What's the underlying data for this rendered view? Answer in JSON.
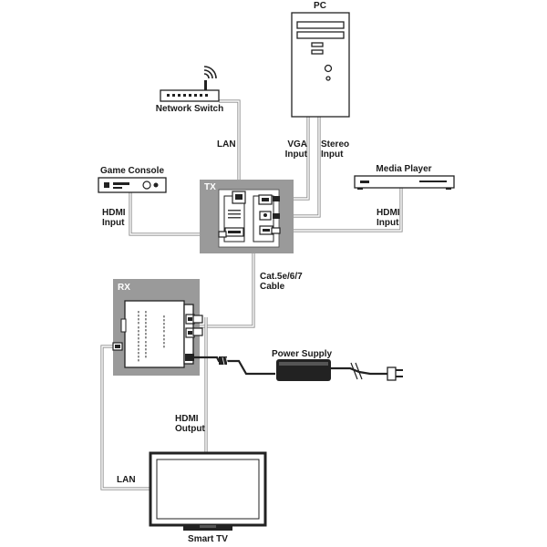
{
  "labels": {
    "pc": "PC",
    "network_switch": "Network Switch",
    "lan_top": "LAN",
    "vga_input": "VGA\nInput",
    "stereo_input": "Stereo\nInput",
    "game_console": "Game Console",
    "media_player": "Media Player",
    "hdmi_input_left": "HDMI\nInput",
    "hdmi_input_right": "HDMI\nInput",
    "tx": "TX",
    "rx": "RX",
    "cable": "Cat.5e/6/7\nCable",
    "power_supply": "Power Supply",
    "hdmi_output": "HDMI\nOutput",
    "lan_bottom": "LAN",
    "smart_tv": "Smart TV"
  },
  "colors": {
    "device_box": "#9a9a9a",
    "wire": "#9a9a9a",
    "outline": "#222222"
  },
  "icons": {
    "wifi": "wifi-signal-icon",
    "plug": "power-plug-icon"
  }
}
